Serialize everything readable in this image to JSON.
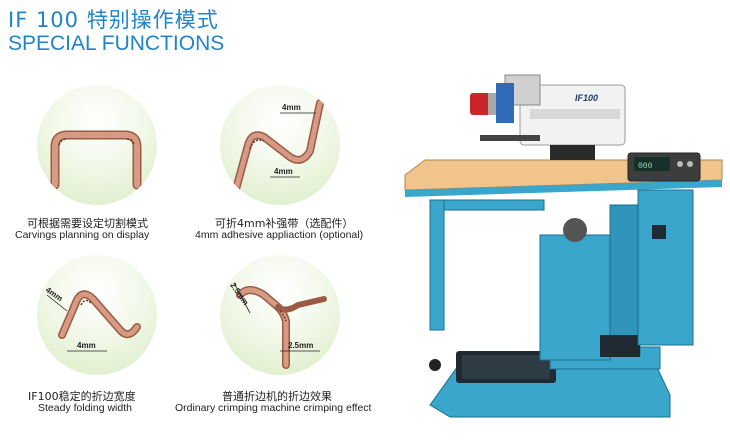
{
  "header": {
    "title_cn": "IF 100 特别操作模式",
    "title_en": "SPECIAL FUNCTIONS"
  },
  "features": [
    {
      "caption_cn": "可根据需要设定切割模式",
      "caption_en": "Carvings planning on display",
      "icon": "carving-curve-diagram"
    },
    {
      "caption_cn": "可折4mm补强带（选配件）",
      "caption_en": "4mm adhesive appliaction (optional)",
      "icon": "adhesive-tape-diagram",
      "dim_top": "4mm",
      "dim_bottom": "4mm"
    },
    {
      "caption_cn": "IF100稳定的折边宽度",
      "caption_en": "Steady folding width",
      "icon": "folding-width-diagram",
      "dim_top": "4mm",
      "dim_bottom": "4mm"
    },
    {
      "caption_cn": "普通折边机的折边效果",
      "caption_en": "Ordinary crimping machine crimping effect",
      "icon": "crimping-effect-diagram",
      "dim_top": "2.5mm",
      "dim_bottom": "2.5mm"
    }
  ],
  "machine": {
    "model_label": "IF100",
    "display_text": "000"
  },
  "colors": {
    "brand_blue": "#1f84c8",
    "machine_blue": "#3aa6cc",
    "table_top": "#f0c48a",
    "leather": "#c9826b",
    "circle_green": "#d8ecc2"
  }
}
